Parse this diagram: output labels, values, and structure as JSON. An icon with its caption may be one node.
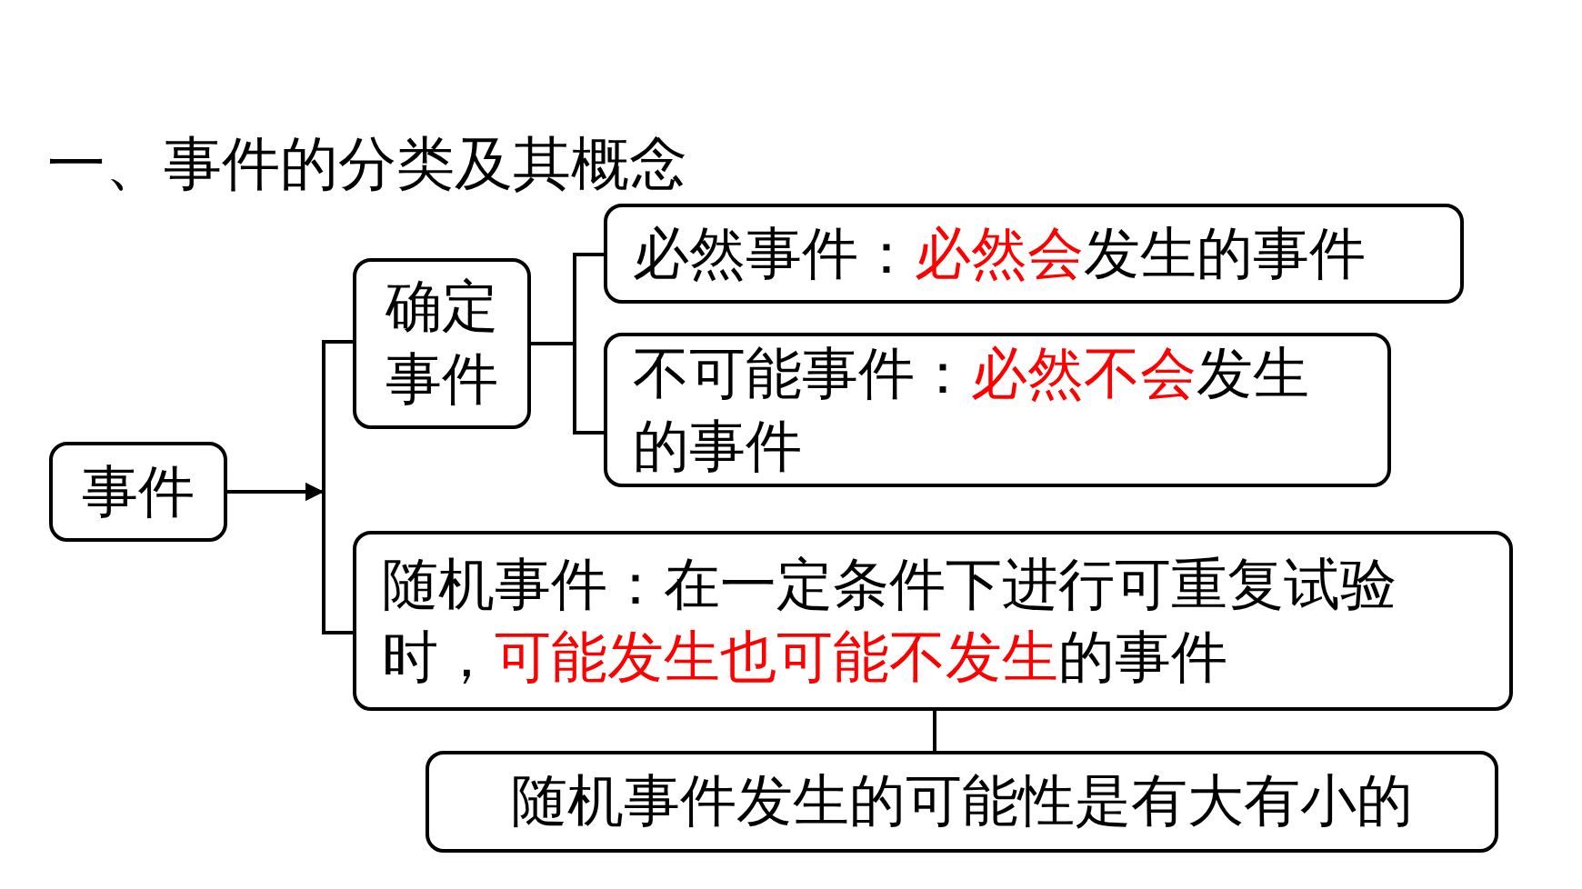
{
  "diagram": {
    "title": "一、事件的分类及其概念",
    "nodes": [
      {
        "text": [
          "事件"
        ]
      },
      {
        "text": [
          "确定事件"
        ]
      },
      {
        "text": [
          "必然事件：**必然会**发生的事件"
        ]
      },
      {
        "text": [
          "不可能事件：**必然不会**发生的事件"
        ]
      },
      {
        "text": [
          "随机事件：在一定条件下进行可重复试验时，**可能发生也可能不发生**的事件"
        ]
      },
      {
        "text": [
          "随机事件发生的可能性是有大有小的"
        ]
      }
    ],
    "edges": [
      {
        "from": 0,
        "to": 1,
        "arrow": "to"
      },
      {
        "from": 0,
        "to": 4,
        "arrow": "to"
      },
      {
        "from": 1,
        "to": 2,
        "arrow": "none"
      },
      {
        "from": 1,
        "to": 3,
        "arrow": "none"
      },
      {
        "from": 4,
        "to": 5,
        "arrow": "none"
      }
    ]
  }
}
